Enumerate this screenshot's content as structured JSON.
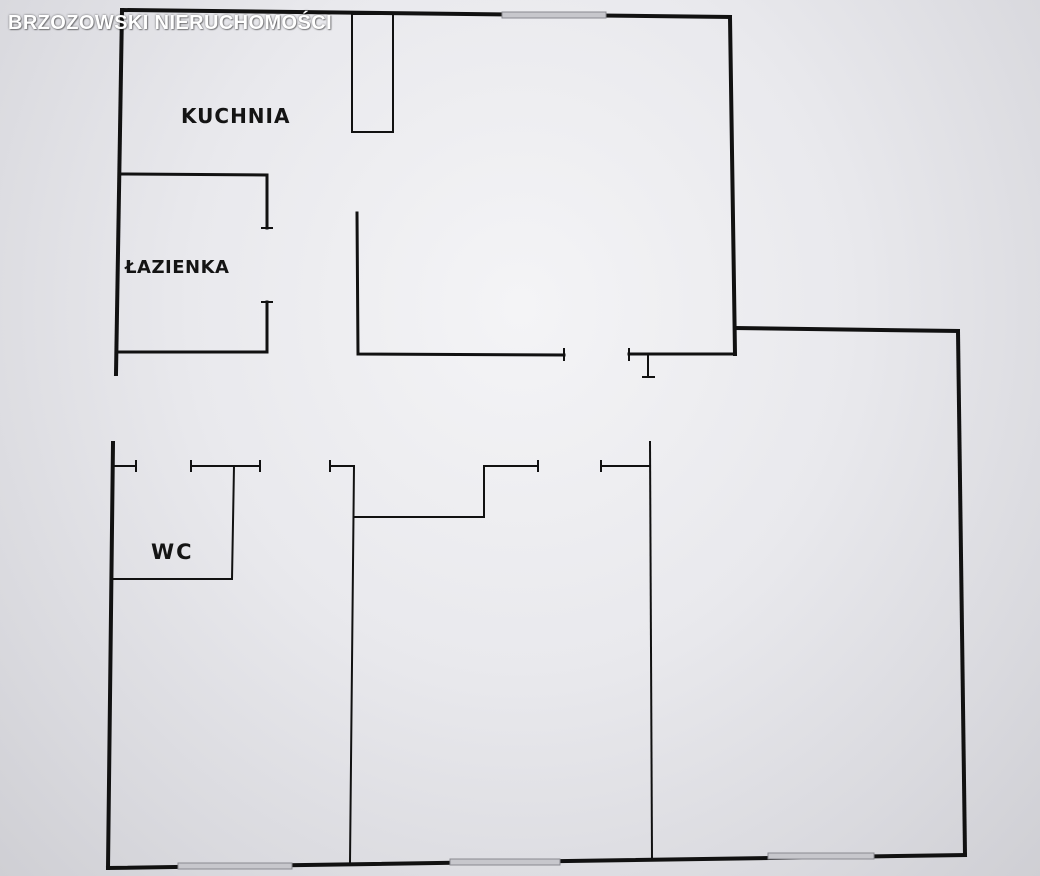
{
  "watermark": "BRZOZOWSKI NIERUCHOMOŚCI",
  "rooms": {
    "kitchen": "KUCHNIA",
    "bathroom": "ŁAZIENKA",
    "wc": "WC"
  },
  "colors": {
    "wall": "#111111",
    "window": "#c7c7cc",
    "paper": "#ebebef"
  }
}
